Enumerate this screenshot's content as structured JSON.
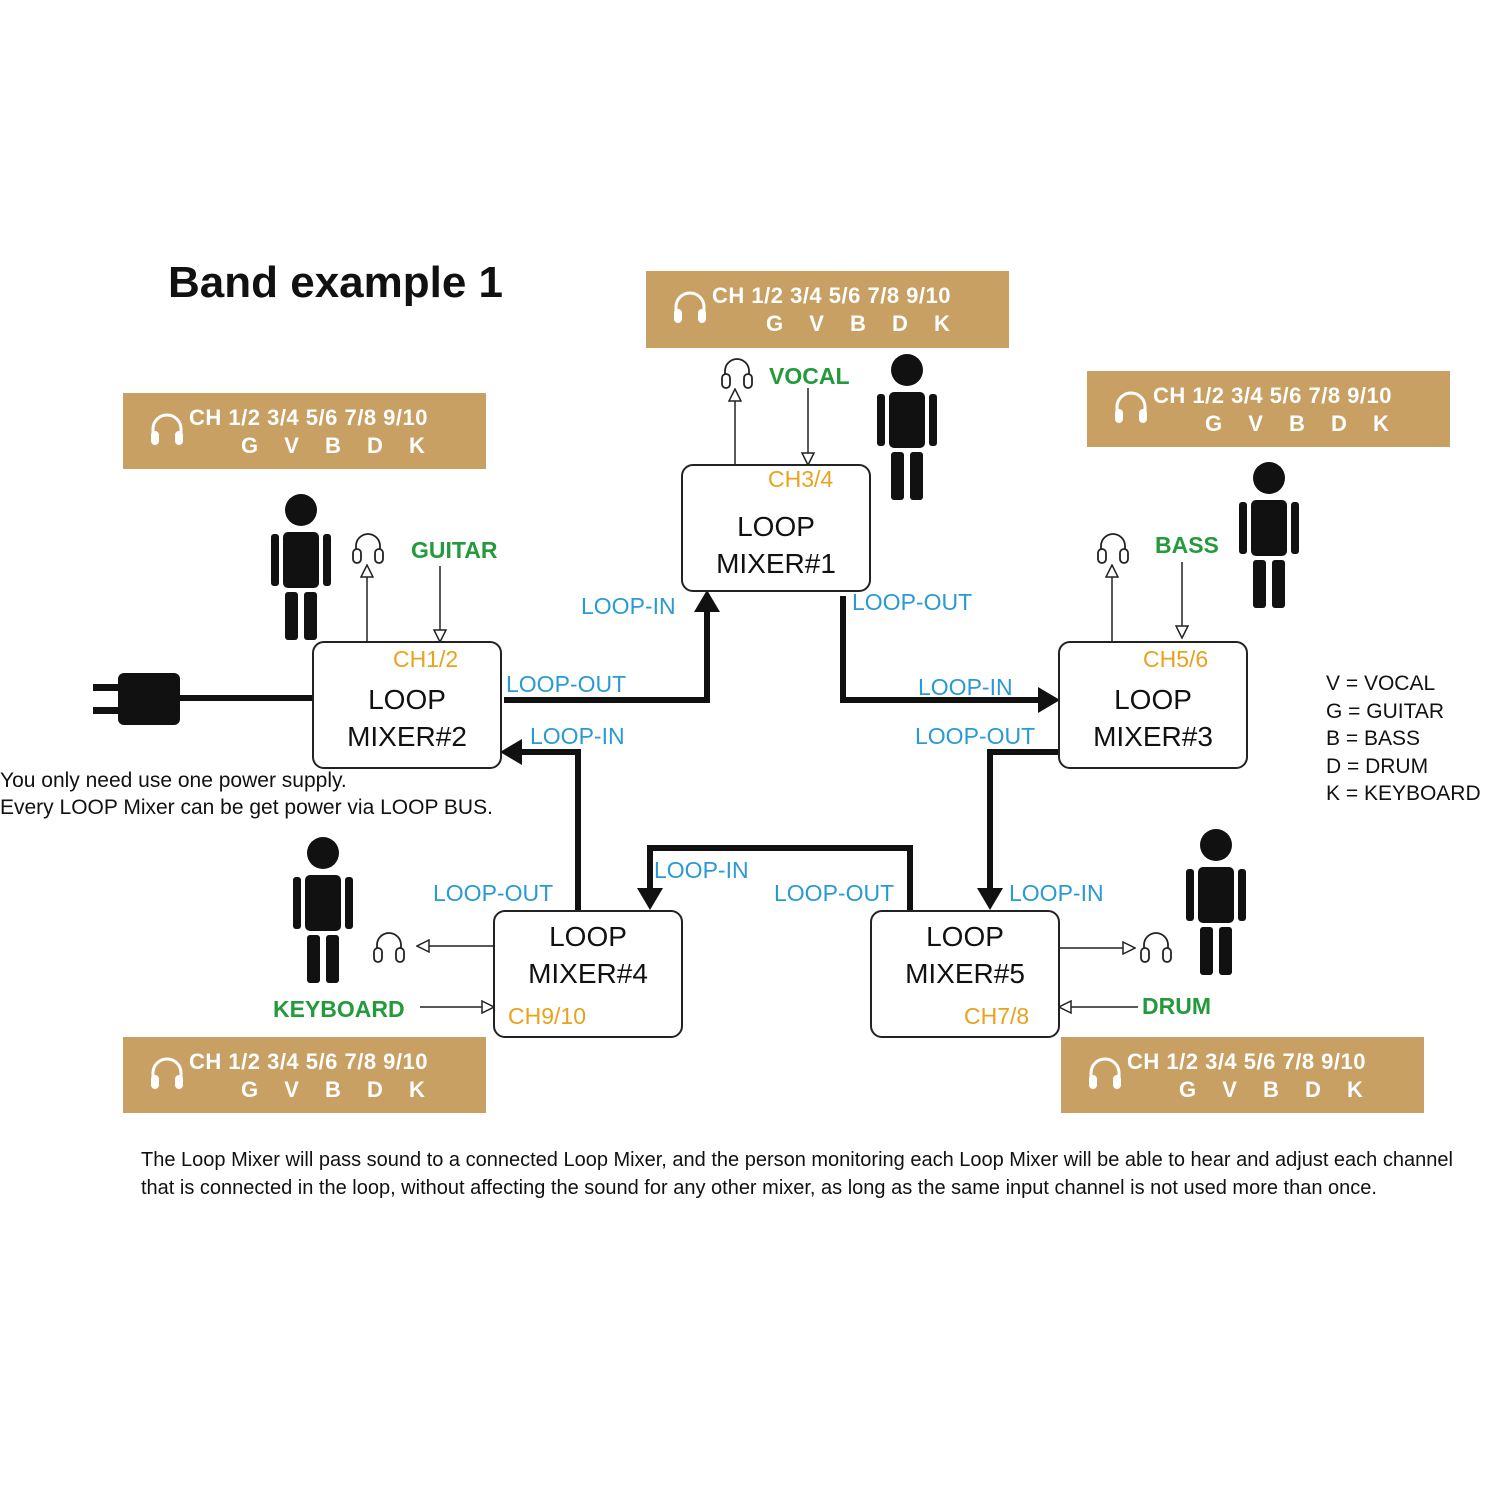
{
  "title": "Band example 1",
  "panel": {
    "row1": "CH  1/2  3/4  5/6  7/8  9/10",
    "row2": "G V B D K",
    "icon": "headphones-icon"
  },
  "mixers": {
    "m1": {
      "name_line1": "LOOP",
      "name_line2": "MIXER#1",
      "channel": "CH3/4"
    },
    "m2": {
      "name_line1": "LOOP",
      "name_line2": "MIXER#2",
      "channel": "CH1/2"
    },
    "m3": {
      "name_line1": "LOOP",
      "name_line2": "MIXER#3",
      "channel": "CH5/6"
    },
    "m4": {
      "name_line1": "LOOP",
      "name_line2": "MIXER#4",
      "channel": "CH9/10"
    },
    "m5": {
      "name_line1": "LOOP",
      "name_line2": "MIXER#5",
      "channel": "CH7/8"
    }
  },
  "instruments": {
    "vocal": "VOCAL",
    "guitar": "GUITAR",
    "bass": "BASS",
    "keyboard": "KEYBOARD",
    "drum": "DRUM"
  },
  "ports": {
    "loop_in": "LOOP-IN",
    "loop_out": "LOOP-OUT"
  },
  "power_note": {
    "line1": "You only need use one power supply.",
    "line2": "Every LOOP Mixer can be get power via LOOP BUS."
  },
  "legend": [
    "V = VOCAL",
    "G = GUITAR",
    "B = BASS",
    "D = DRUM",
    "K = KEYBOARD"
  ],
  "footer": "The Loop Mixer will pass sound to a connected Loop Mixer, and the person monitoring each Loop Mixer will be able to hear and adjust each channel that is connected in the loop, without affecting the sound for any other mixer, as long as the same input channel is not used more than once.",
  "colors": {
    "panel_bg": "#c8a063",
    "channel_text": "#e8a21c",
    "port_text": "#2a9bd2",
    "instrument_text": "#249a3c"
  }
}
